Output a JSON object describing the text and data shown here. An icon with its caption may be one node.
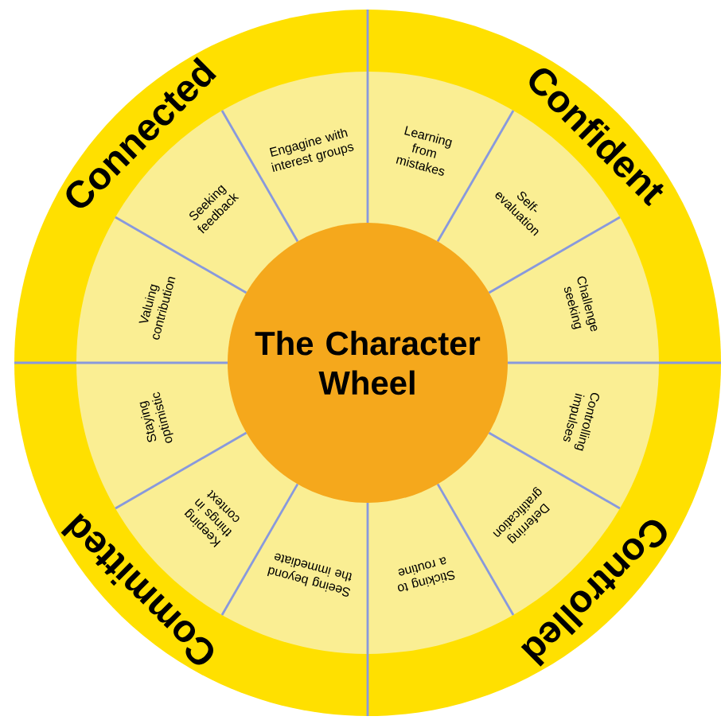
{
  "diagram": {
    "nodes": [
      {
        "text": [
          "Connected"
        ]
      },
      {
        "text": [
          "Confident"
        ]
      },
      {
        "text": [
          "Valuing contribution"
        ]
      },
      {
        "text": [
          "Seeking feedback"
        ]
      },
      {
        "text": [
          "Engagine with interest groups"
        ]
      },
      {
        "text": [
          "Learning from mistakes"
        ]
      },
      {
        "text": [
          "Self-evaluation"
        ]
      },
      {
        "text": [
          "Challenge seeking"
        ]
      },
      {
        "text": [
          "The Character Wheel"
        ]
      },
      {
        "text": [
          "Staying optimistic"
        ]
      },
      {
        "text": [
          "Keeping things in context"
        ]
      },
      {
        "text": [
          "Seeing beyond the immediate"
        ]
      },
      {
        "text": [
          "Sticking to a routine"
        ]
      },
      {
        "text": [
          "Deferring gratification"
        ]
      },
      {
        "text": [
          "Controlling impulses"
        ]
      },
      {
        "text": [
          "Committed"
        ]
      },
      {
        "text": [
          "Controlled"
        ]
      }
    ]
  }
}
